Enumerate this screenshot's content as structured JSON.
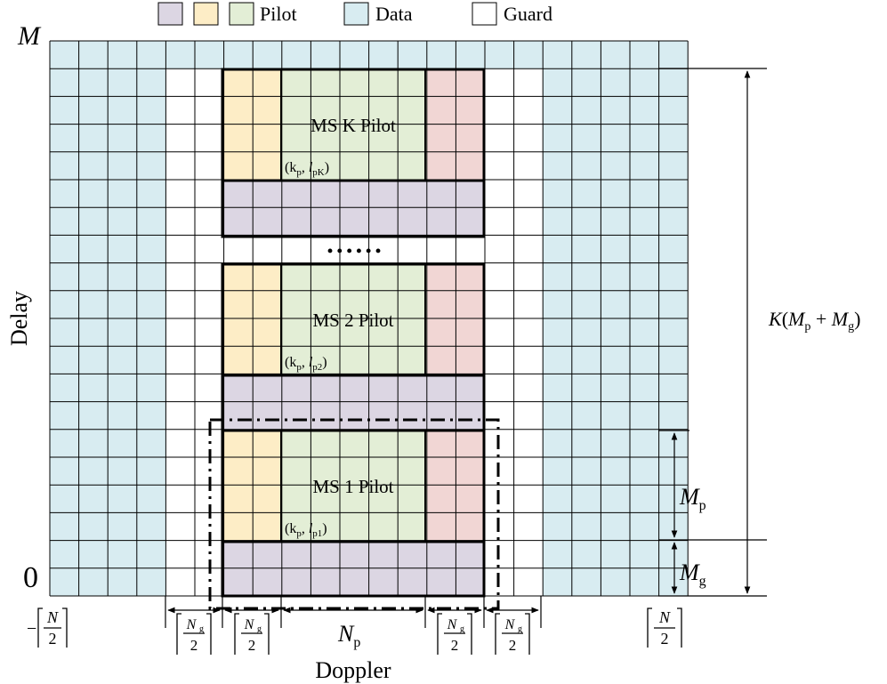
{
  "legend": {
    "pilot_label": "Pilot",
    "data_label": "Data",
    "guard_label": "Guard"
  },
  "colors": {
    "data": "#d8ecf1",
    "guard": "#ffffff",
    "purple": "#dcd6e3",
    "yellow": "#fdedc6",
    "green": "#e3eed6",
    "red": "#f1d6d4",
    "grid": "#000000"
  },
  "grid": {
    "columns": 22,
    "rows": 20
  },
  "axes": {
    "y_label": "Delay",
    "x_label": "Doppler",
    "y_top": "M",
    "y_bottom": "0"
  },
  "blocks": [
    {
      "title": "MS K Pilot",
      "pilot_pos": "(k",
      "pilot_sub": "pK"
    },
    {
      "title": "MS 2 Pilot",
      "pilot_pos": "(k",
      "pilot_sub": "p2"
    },
    {
      "title": "MS 1 Pilot",
      "pilot_pos": "(k",
      "pilot_sub": "p1"
    }
  ],
  "ellipsis": "• • • • • •",
  "dimensions": {
    "total_height": "K(M_p + M_g)",
    "mp": "M_p",
    "mg": "M_g",
    "np": "N_p",
    "n_half": "N/2",
    "ng_half": "N_g/2"
  }
}
